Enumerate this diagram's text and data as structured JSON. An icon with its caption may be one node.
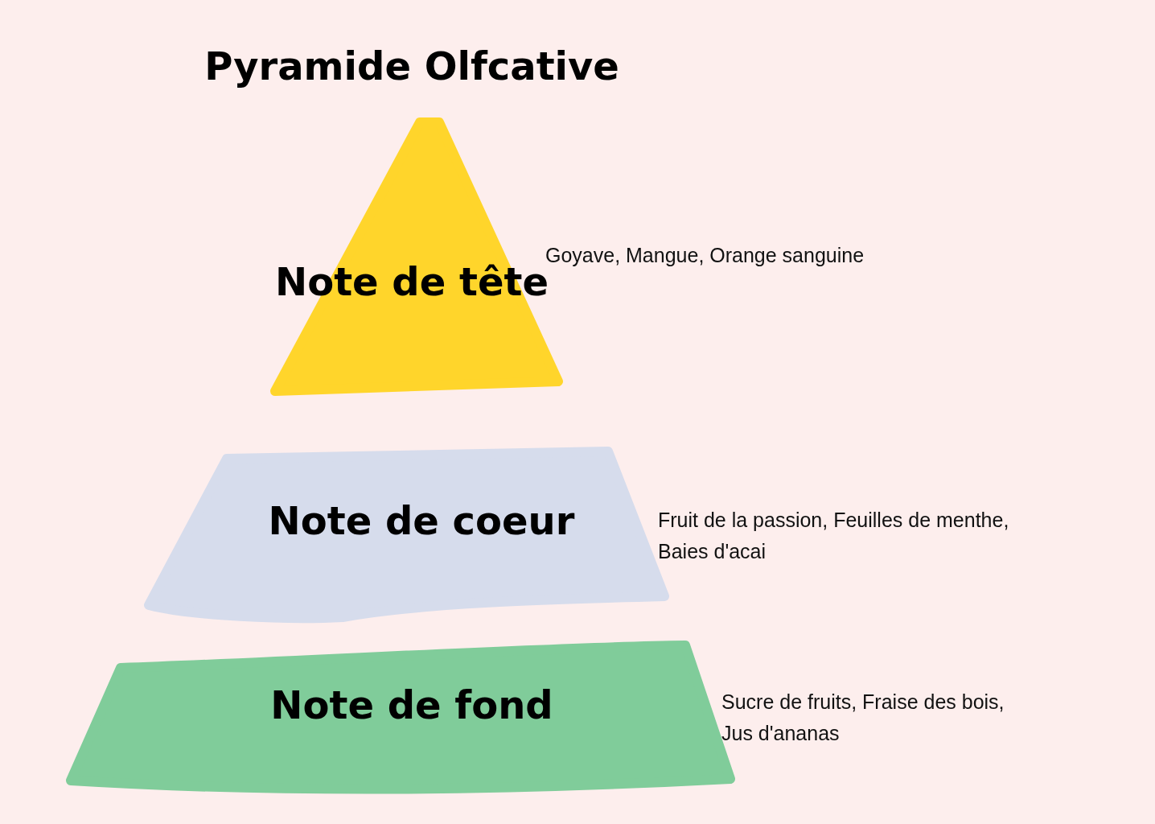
{
  "diagram": {
    "title": "Pyramide Olfcative",
    "nodes": [
      {
        "text": [
          "Note de tête"
        ],
        "beside": [
          "Goyave, Mangue, Orange sanguine"
        ]
      },
      {
        "text": [
          "Note de coeur"
        ],
        "beside": [
          "Fruit de la passion, Feuilles de menthe, Baies d'acai"
        ]
      },
      {
        "text": [
          "Note de fond"
        ],
        "beside": [
          "Sucre de fruits, Fraise des bois, Jus d'ananas"
        ]
      }
    ]
  }
}
